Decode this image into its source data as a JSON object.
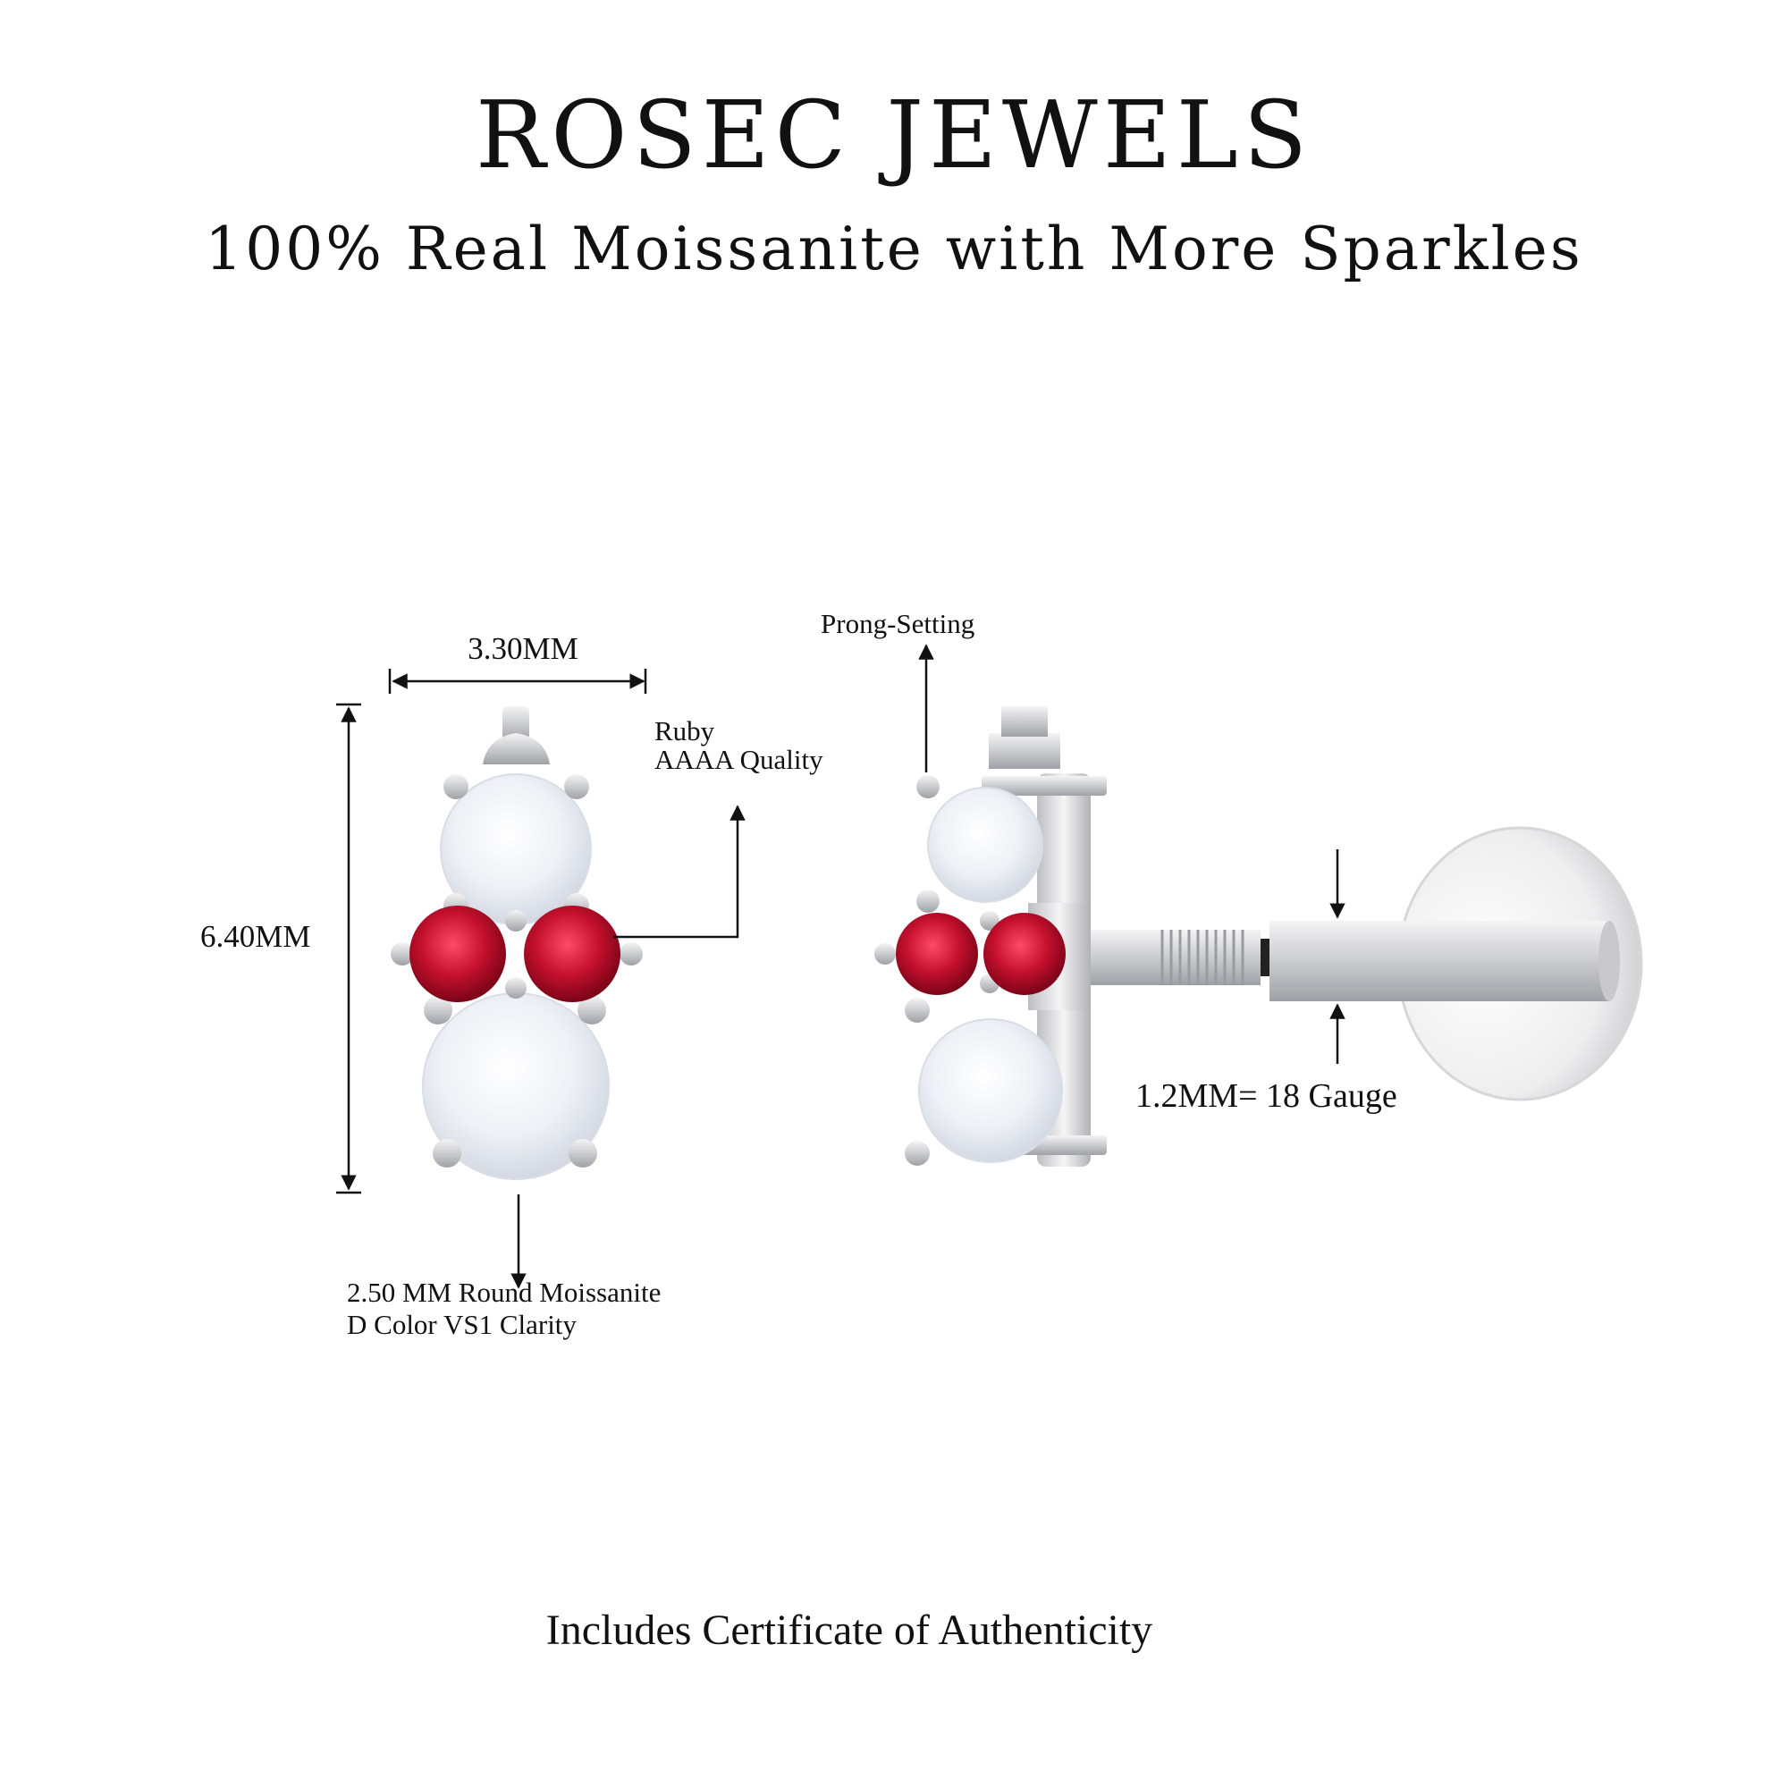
{
  "header": {
    "brand": "ROSEC JEWELS",
    "tagline": "100% Real Moissanite with More Sparkles"
  },
  "front_view": {
    "width_label": "3.30MM",
    "height_label": "6.40MM",
    "ruby_label_line1": "Ruby",
    "ruby_label_line2": "AAAA Quality",
    "moissanite_label_line1": "2.50 MM Round Moissanite",
    "moissanite_label_line2": "D Color VS1 Clarity"
  },
  "side_view": {
    "prong_label": "Prong-Setting",
    "gauge_label": "1.2MM= 18 Gauge"
  },
  "footer": {
    "certificate": "Includes Certificate of Authenticity"
  },
  "colors": {
    "ruby": "#c3102d",
    "metal": "#d7d7d9",
    "diamond": "#f3f5f8",
    "annotation": "#111111"
  }
}
